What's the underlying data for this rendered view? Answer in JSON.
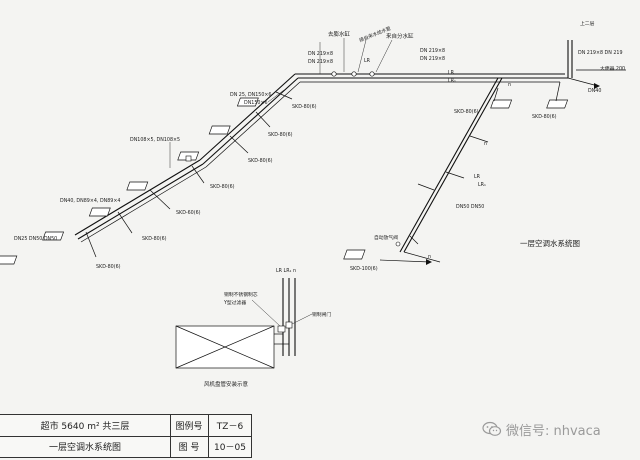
{
  "labels": {
    "to_expansion_tank": "去膨水缸",
    "from_water_supply": "接自来水给水管",
    "from_sub_water_tank": "来自分水缸",
    "to_second_floor": "上二层",
    "dn_main_top_1": "DN 219×8",
    "dn_main_top_2": "DN 219×8",
    "dn_main_right_1": "DN 219×8",
    "dn_main_right_2": "DN 219×8",
    "dn_right_riser": "DN 219×8  DN 219",
    "condensate_label": "大便器 200",
    "dn40_right": "DN40",
    "dn25_150": "DN 25, DN150×6",
    "dn150": "DN150×6",
    "dn108": "DN108×5, DN108×5",
    "dn40_89": "DN40, DN89×4, DN89×4",
    "dn25_50": "DN25 DN50 DN50",
    "dn50_left": "DN50",
    "dn50_right": "DN50",
    "dn50_mid": "DN50 DN50",
    "auto_vent": "自动放气阀",
    "lr": "LR",
    "lr1": "LR₁",
    "n": "n",
    "lr_lr1_n": "LR LR₁ n",
    "skd80_1": "SKD-80(6)",
    "skd80_2": "SKD-80(6)",
    "skd80_3": "SKD-80(6)",
    "skd80_4": "SKD-80(6)",
    "skd80_5": "SKD-80(6)",
    "skd80_6": "SKD-80(6)",
    "skd60": "SKD-60(6)",
    "skd80_r1": "SKD-80(6)",
    "skd80_r2": "SKD-80(6)",
    "skd100": "SKD-100(6)",
    "system_title": "一层空调水系统图",
    "copper_valve_y_filter": "铜制不锈钢制芯\nY型过滤器",
    "copper_gate_valve": "铜制闸门",
    "fcu_install_title": "风机盘管安装示意"
  },
  "title_block": {
    "project": "超市 5640 m² 共三层",
    "drawing_name": "一层空调水系统图",
    "legend_no_label": "图例号",
    "legend_no_value": "TZ－6",
    "drawing_no_label": "图    号",
    "drawing_no_value": "10－05"
  },
  "watermark": {
    "text": "微信号: nhvaca"
  },
  "colors": {
    "line": "#111111",
    "paper": "#f4f4f2",
    "watermark": "#9a9a9a"
  }
}
